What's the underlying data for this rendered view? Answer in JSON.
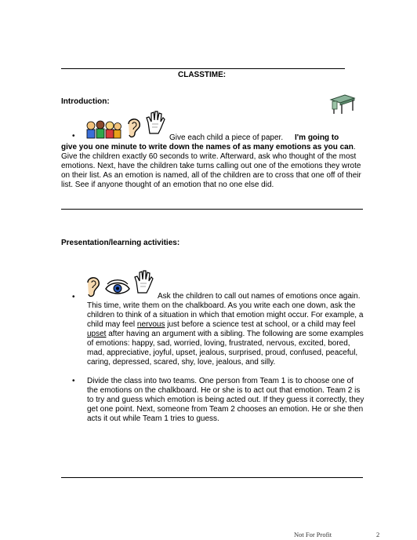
{
  "header": {
    "title": "CLASSTIME:"
  },
  "intro": {
    "heading": "Introduction:",
    "line1_plain": "Give each child a piece of paper.",
    "line1_bold": "I'm going to",
    "line2_bold": "give you one minute to write down the names of as many emotions as you can",
    "line2_end": ".",
    "rest": [
      "Give the children exactly 60 seconds to write.  Afterward, ask who thought of the most",
      "emotions.  Next, have the children take turns calling out one of the emotions they wrote",
      "on their list.  As an emotion is named, all of the children are to cross that one off of their",
      "list.  See if anyone thought of an emotion that no one else did."
    ]
  },
  "presentation": {
    "heading": "Presentation/learning activities:",
    "bullet1": {
      "line1": "Ask the children to call out names of emotions once again.",
      "line2": "This time, write them on the chalkboard.  As you write each one down, ask the",
      "line3": "children to think of a situation in which that emotion might occur.   For example, a",
      "line4_a": "child may feel ",
      "line4_u": "nervous",
      "line4_b": " just before a science test at school, or a child may feel",
      "line5_u": "upset",
      "line5_b": " after having an argument with a sibling.  The following are some examples",
      "line6": "of emotions:  happy, sad, worried, loving, frustrated, nervous, excited, bored,",
      "line7": "mad, appreciative, joyful, upset, jealous, surprised, proud, confused, peaceful,",
      "line8": "caring, depressed, scared, shy, love, jealous, and silly."
    },
    "bullet2": [
      "Divide the class into two teams.  One person from Team 1 is to choose one of",
      "the emotions on the chalkboard.  He or she is to act out that emotion.  Team 2 is",
      "to try and guess which emotion is being acted out.  If they guess it correctly, they",
      "get one point.  Next, someone from Team 2 chooses an emotion.  He or she then",
      "acts it out while Team 1 tries to guess."
    ]
  },
  "bullet_glyph": "•",
  "footer": {
    "text": "Not For Profit",
    "page": "2"
  },
  "icons": [
    "desk-icon",
    "children-group-icon",
    "ear-icon",
    "hand-icon",
    "eye-icon"
  ]
}
